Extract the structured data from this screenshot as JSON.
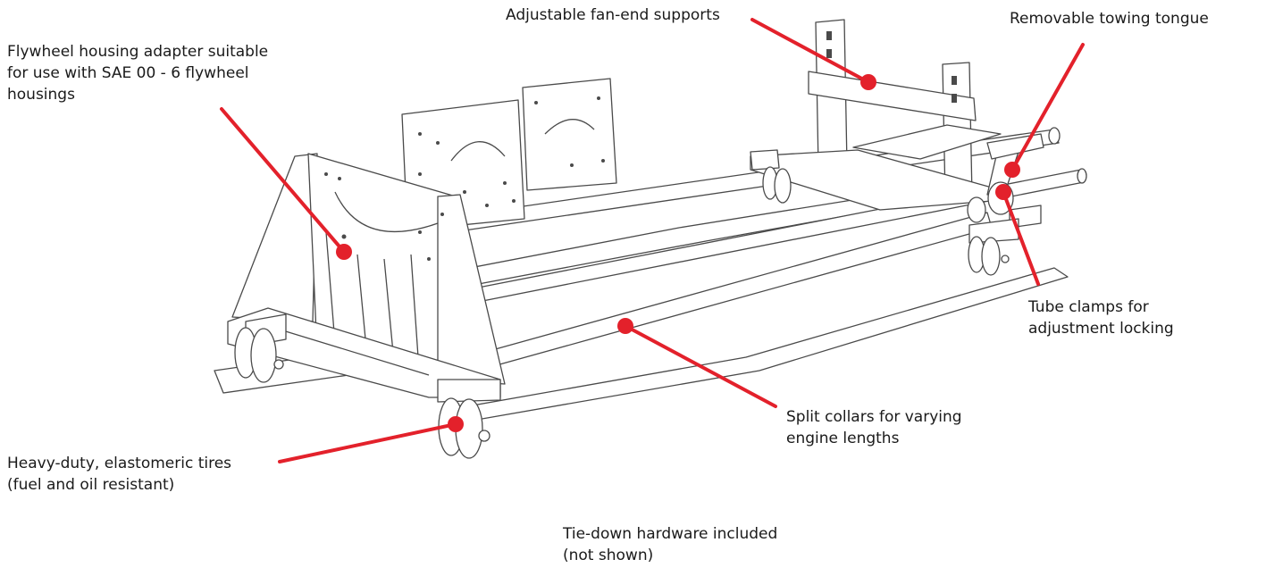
{
  "diagram": {
    "leader_color": "#e3212b",
    "line_color": "#4a4a4a",
    "callouts": [
      {
        "id": "flywheel",
        "lines": [
          "Flywheel housing adapter suitable",
          "for use with SAE 00 - 6 flywheel",
          "housings"
        ]
      },
      {
        "id": "fan",
        "lines": [
          "Adjustable fan-end supports"
        ]
      },
      {
        "id": "tongue",
        "lines": [
          "Removable towing tongue"
        ]
      },
      {
        "id": "tube",
        "lines": [
          "Tube clamps for",
          "adjustment locking"
        ]
      },
      {
        "id": "collars",
        "lines": [
          "Split collars for varying",
          "engine lengths"
        ]
      },
      {
        "id": "tires",
        "lines": [
          "Heavy-duty, elastomeric tires",
          "(fuel and oil resistant)"
        ]
      },
      {
        "id": "tiedown",
        "lines": [
          "Tie-down hardware included",
          "(not shown)"
        ]
      }
    ]
  }
}
